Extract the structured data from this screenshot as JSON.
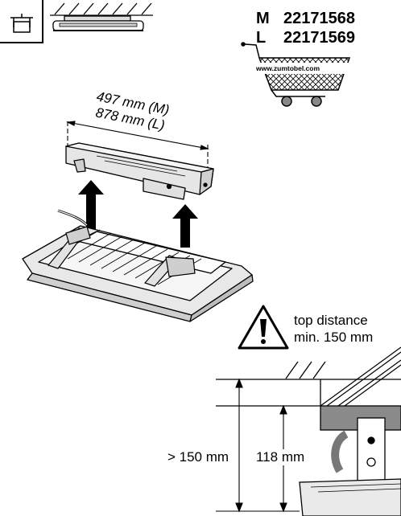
{
  "order": {
    "rows": [
      {
        "variant": "M",
        "code": "22171568"
      },
      {
        "variant": "L",
        "code": "22171569"
      }
    ],
    "website": "www.zumtobel.com"
  },
  "mounting_bracket": {
    "length_m": "497 mm (M)",
    "length_l": "878 mm (L)"
  },
  "clearance": {
    "title": "top distance",
    "minimum": "min. 150 mm",
    "total_distance": "> 150 mm",
    "bracket_height": "118 mm"
  }
}
